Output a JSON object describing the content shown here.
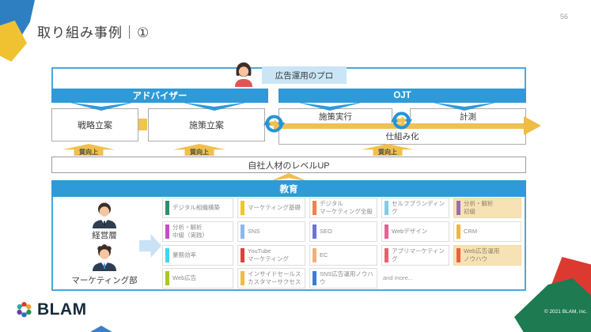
{
  "page": {
    "title": "取り組み事例｜①",
    "page_number": "56",
    "brand": "BLAM",
    "copyright": "© 2021 BLAM, inc."
  },
  "flow": {
    "pro_label": "広告運用のプロ",
    "advisor_bar": "アドバイザー",
    "ojt_bar": "OJT",
    "strategy": "戦略立案",
    "planning": "施策立案",
    "execution": "施策実行",
    "measurement": "計測",
    "systemization": "仕組み化",
    "quality_labels": [
      "質向上",
      "質向上",
      "質向上"
    ],
    "level_up": "自社人材のレベルUP"
  },
  "education": {
    "header": "教育",
    "audiences": [
      {
        "label": "経営層"
      },
      {
        "label": "マーケティング部"
      }
    ],
    "more_label": "and more...",
    "highlight_color": "#f6e2b4",
    "tags": [
      {
        "text": "デジタル組織構築",
        "color": "#2f8f6b",
        "col": 1,
        "row": 1,
        "highlighted": false
      },
      {
        "text": "マーケティング基礎",
        "color": "#f2c81c",
        "col": 2,
        "row": 1,
        "highlighted": false
      },
      {
        "text": "デジタル\nマーケティング全般",
        "color": "#f08242",
        "col": 3,
        "row": 1,
        "highlighted": false
      },
      {
        "text": "セルフブランディング",
        "color": "#7ccfe8",
        "col": 4,
        "row": 1,
        "highlighted": false
      },
      {
        "text": "分析・解析\n初級",
        "color": "#9c6bb5",
        "col": 5,
        "row": 1,
        "highlighted": true
      },
      {
        "text": "分析・解析\n中級（実践）",
        "color": "#c44fc4",
        "col": 1,
        "row": 2,
        "highlighted": false
      },
      {
        "text": "SNS",
        "color": "#8cb8e8",
        "col": 2,
        "row": 2,
        "highlighted": false
      },
      {
        "text": "SEO",
        "color": "#6b74d8",
        "col": 3,
        "row": 2,
        "highlighted": false
      },
      {
        "text": "Webデザイン",
        "color": "#f05c94",
        "col": 4,
        "row": 2,
        "highlighted": false
      },
      {
        "text": "CRM",
        "color": "#f2b830",
        "col": 5,
        "row": 2,
        "highlighted": false
      },
      {
        "text": "業務効率",
        "color": "#45d4ec",
        "col": 1,
        "row": 3,
        "highlighted": false
      },
      {
        "text": "YouTube\nマーケティング",
        "color": "#e83a3a",
        "col": 2,
        "row": 3,
        "highlighted": false
      },
      {
        "text": "EC",
        "color": "#f2b077",
        "col": 3,
        "row": 3,
        "highlighted": false
      },
      {
        "text": "アプリマーケティング",
        "color": "#ec5f6e",
        "col": 4,
        "row": 3,
        "highlighted": false
      },
      {
        "text": "Web広告運用\nノウハウ",
        "color": "#e86040",
        "col": 5,
        "row": 3,
        "highlighted": true
      },
      {
        "text": "Web広告",
        "color": "#a8c82a",
        "col": 1,
        "row": 4,
        "highlighted": false
      },
      {
        "text": "インサイドセールス\nカスタマーサクセス",
        "color": "#f2bc3a",
        "col": 2,
        "row": 4,
        "highlighted": false
      },
      {
        "text": "SNS広告運用ノウハウ",
        "color": "#3a7bd8",
        "col": 3,
        "row": 4,
        "highlighted": false
      }
    ]
  },
  "colors": {
    "bar_blue": "#2e9ad8",
    "frame_blue": "#4da6dc",
    "arrow_gold": "#f0c04a",
    "label_blue_bg": "#c9e5f6"
  }
}
